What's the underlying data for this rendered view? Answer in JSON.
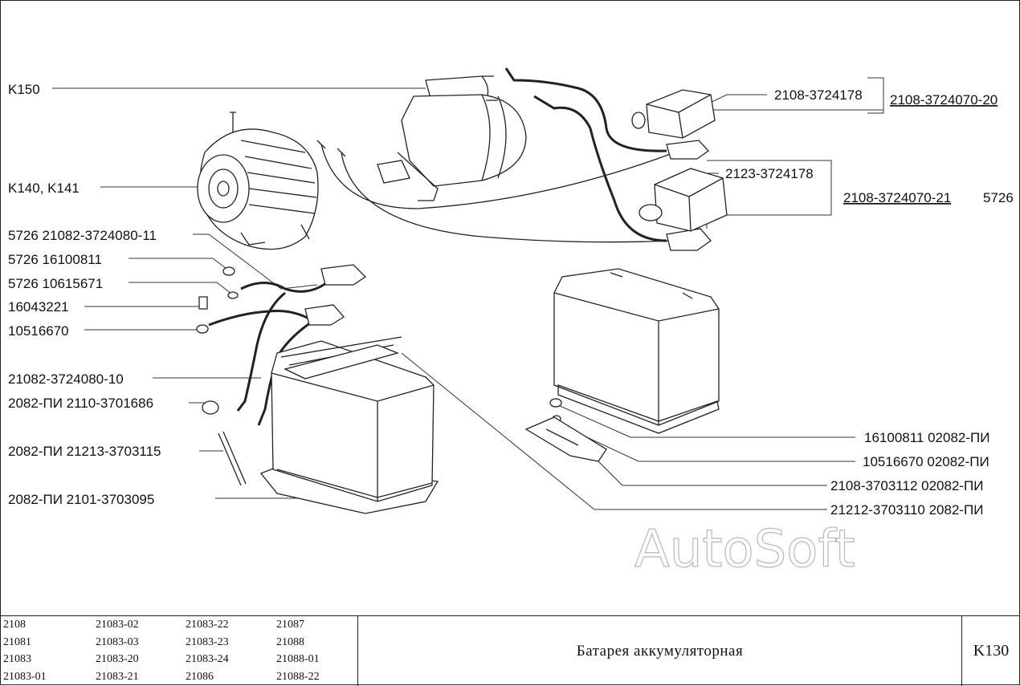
{
  "labels_left": [
    {
      "id": "k150",
      "text": "K150"
    },
    {
      "id": "k140",
      "text": "K140, K141"
    },
    {
      "id": "l1",
      "text": "5726  21082-3724080-11"
    },
    {
      "id": "l2",
      "text": "5726  16100811"
    },
    {
      "id": "l3",
      "text": "5726  10615671"
    },
    {
      "id": "l4",
      "text": "16043221"
    },
    {
      "id": "l5",
      "text": "10516670"
    },
    {
      "id": "l6",
      "text": "21082-3724080-10"
    },
    {
      "id": "l7",
      "text": "2082-ПИ  2110-3701686"
    },
    {
      "id": "l8",
      "text": "2082-ПИ  21213-3703115"
    },
    {
      "id": "l9",
      "text": "2082-ПИ  2101-3703095"
    }
  ],
  "labels_right": [
    {
      "id": "r1",
      "text": "2108-3724178"
    },
    {
      "id": "r2",
      "text": "2108-3724070-20"
    },
    {
      "id": "r3",
      "text": "2123-3724178"
    },
    {
      "id": "r4",
      "text": "2108-3724070-21"
    },
    {
      "id": "r5",
      "text": "5726"
    },
    {
      "id": "r6",
      "text": "16100811  02082-ПИ"
    },
    {
      "id": "r7",
      "text": "10516670  02082-ПИ"
    },
    {
      "id": "r8",
      "text": "2108-3703112  02082-ПИ"
    },
    {
      "id": "r9",
      "text": "21212-3703110  2082-ПИ"
    }
  ],
  "watermark": "AutoSoft",
  "footer": {
    "models": [
      [
        "2108",
        "21083-02",
        "21083-22",
        "21087"
      ],
      [
        "21081",
        "21083-03",
        "21083-23",
        "21088"
      ],
      [
        "21083",
        "21083-20",
        "21083-24",
        "21088-01"
      ],
      [
        "21083-01",
        "21083-21",
        "21086",
        "21088-22"
      ]
    ],
    "title": "Батарея аккумуляторная",
    "code": "K130"
  }
}
